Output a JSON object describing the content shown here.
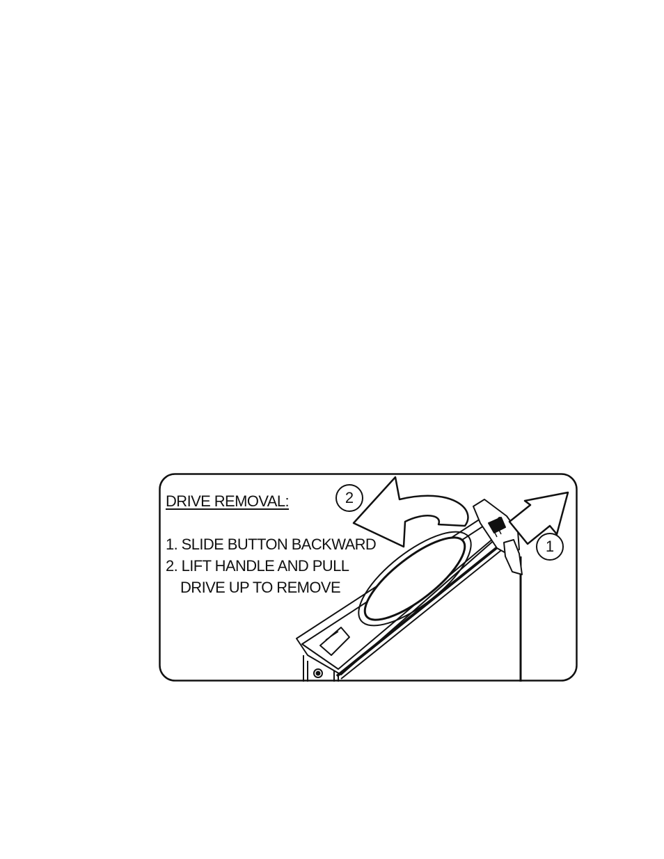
{
  "label": {
    "title": "DRIVE REMOVAL:",
    "step1": "1. SLIDE BUTTON BACKWARD",
    "step2_line1": "2. LIFT HANDLE AND PULL",
    "step2_line2": "DRIVE UP TO REMOVE",
    "callout_1": "1",
    "callout_2": "2"
  }
}
